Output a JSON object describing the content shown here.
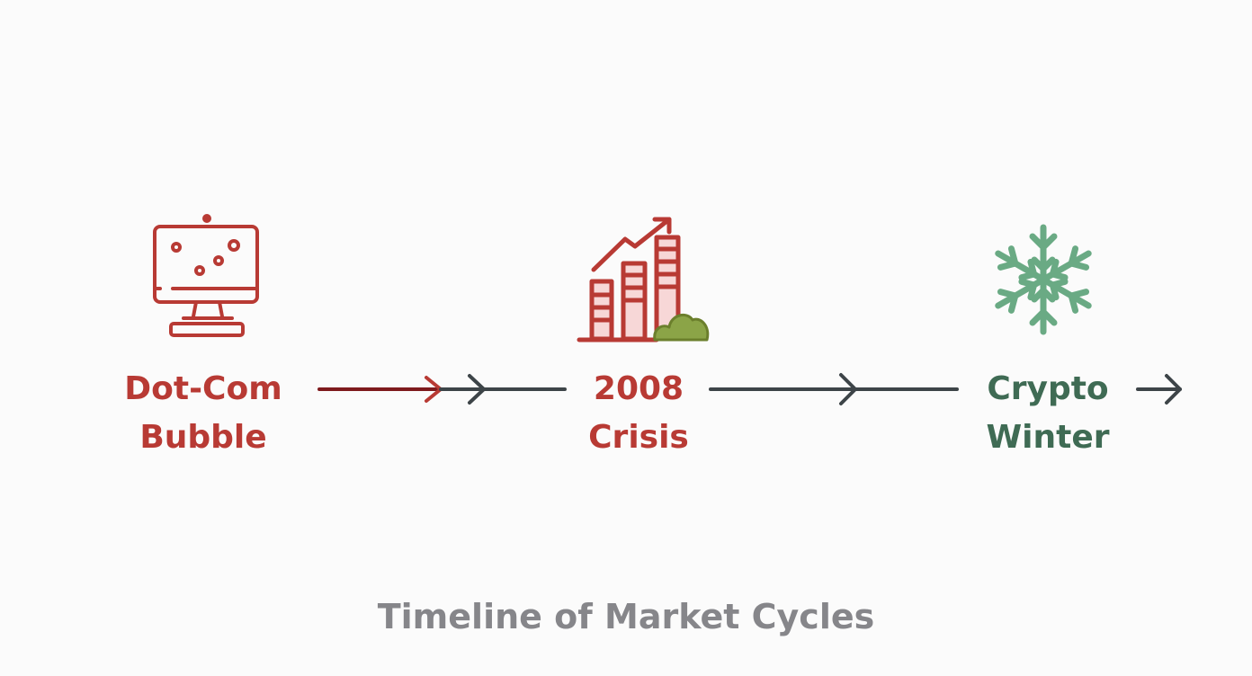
{
  "colors": {
    "background": "#fbfbfb",
    "red": "#b83a34",
    "dark_red": "#7e1a1d",
    "green": "#3f6b54",
    "snow_green": "#6aaa84",
    "bush_green": "#8ba447",
    "arrow_gray": "#3d4448",
    "title_gray": "#86868a"
  },
  "timeline": {
    "events": [
      {
        "line1": "Dot-Com",
        "line2": "Bubble",
        "icon": "computer-monitor-icon",
        "color": "#b83a34"
      },
      {
        "line1": "2008",
        "line2": "Crisis",
        "icon": "bar-chart-rising-icon",
        "color": "#b83a34"
      },
      {
        "line1": "Crypto",
        "line2": "Winter",
        "icon": "snowflake-icon",
        "color": "#3f6b54"
      }
    ]
  },
  "title": "Timeline of Market Cycles"
}
